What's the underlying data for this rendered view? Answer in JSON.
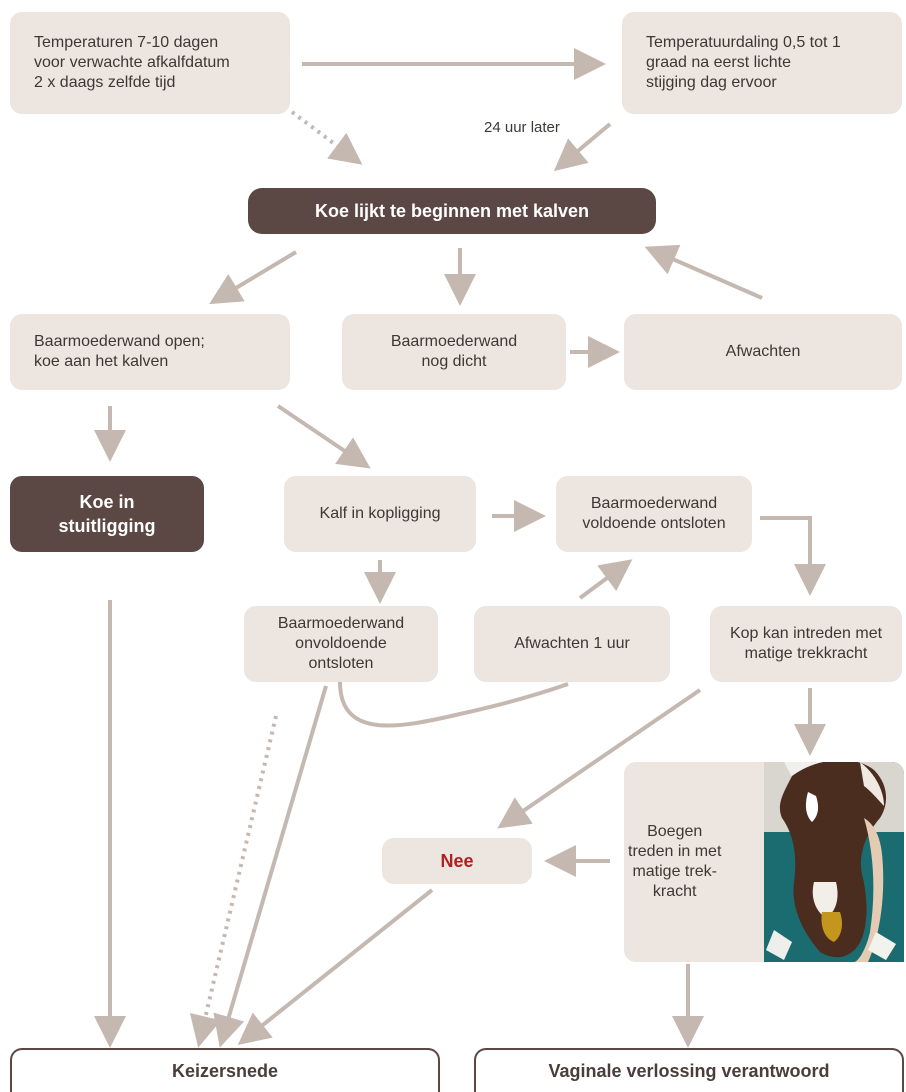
{
  "nodes": {
    "temperaturen": "Temperaturen 7-10 dagen\nvoor verwachte afkalfdatum\n2 x daags zelfde tijd",
    "temperatuurdaling": "Temperatuurdaling 0,5 tot 1\ngraad na eerst lichte\nstijging dag ervoor",
    "koe_lijkt": "Koe lijkt te beginnen met kalven",
    "baarmoederwand_open": "Baarmoederwand open;\nkoe aan het kalven",
    "baarmoederwand_dicht": "Baarmoederwand\nnog dicht",
    "afwachten": "Afwachten",
    "stuitligging": "Koe in\nstuitligging",
    "kopligging": "Kalf in kopligging",
    "voldoende_ontsloten": "Baarmoederwand\nvoldoende ontsloten",
    "onvoldoende_ontsloten": "Baarmoederwand\nonvoldoende\nontsloten",
    "afwachten_1_uur": "Afwachten 1 uur",
    "kop_intreden": "Kop kan intreden met\nmatige trekkracht",
    "boegen": "Boegen\ntreden in met\nmatige trek-\nkracht",
    "nee": "Nee",
    "keizersnede": "Keizersnede",
    "vaginale": "Vaginale verlossing verantwoord"
  },
  "edge_labels": {
    "later": "24 uur later"
  },
  "photo": {
    "icon": "calf-head-photo"
  },
  "colors": {
    "box": "#ece5e0",
    "dark_box": "#5b4743",
    "arrow": "#c4b8b1",
    "nee": "#b22020"
  }
}
